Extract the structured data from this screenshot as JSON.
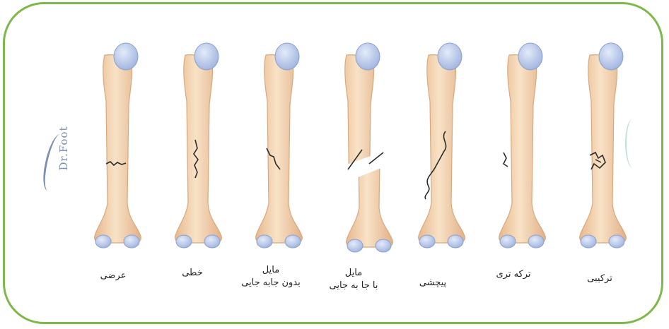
{
  "colors": {
    "frame": "#7db84a",
    "bone": "#f2d3b0",
    "bone_edge": "#d9a87c",
    "joint": "#b4c6ea",
    "crack": "#2b2b2b"
  },
  "logo": {
    "text": "Dr.Foot"
  },
  "fractures": [
    {
      "id": "transverse",
      "label": "عرضی",
      "sub": ""
    },
    {
      "id": "linear",
      "label": "خطی",
      "sub": ""
    },
    {
      "id": "oblique-nondisplaced",
      "label": "مایل",
      "sub": "بدون جابه جایی"
    },
    {
      "id": "oblique-displaced",
      "label": "مایل",
      "sub": "با جا به جایی"
    },
    {
      "id": "spiral",
      "label": "پیچشی",
      "sub": ""
    },
    {
      "id": "comminuted",
      "label": "ترکه تری",
      "sub": ""
    },
    {
      "id": "combined",
      "label": "ترکیبی",
      "sub": ""
    }
  ]
}
